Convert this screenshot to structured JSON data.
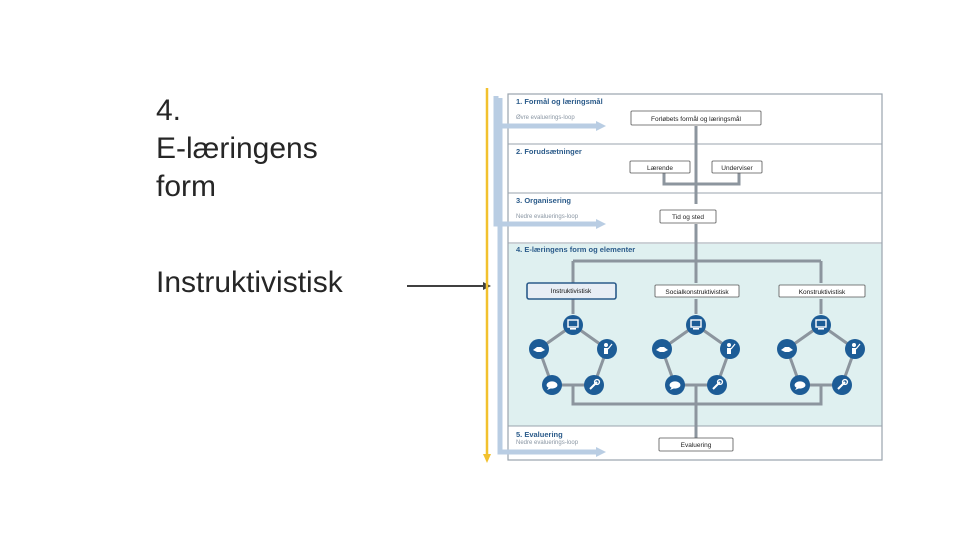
{
  "slide": {
    "title_lines": [
      "4.",
      "E-læringens",
      "form"
    ],
    "subtitle": "Instruktivistisk"
  },
  "diagram": {
    "sections": [
      {
        "heading": "1. Formål og læringsmål",
        "loop": "Øvre evaluerings-loop"
      },
      {
        "heading": "2. Forudsætninger",
        "loop": ""
      },
      {
        "heading": "3. Organisering",
        "loop": "Nedre evaluerings-loop"
      },
      {
        "heading": "4. E-læringens form og elementer",
        "loop": ""
      },
      {
        "heading": "5. Evaluering",
        "loop": "Nedre evaluerings-loop"
      }
    ],
    "boxes": {
      "formal": "Forløbets formål og læringsmål",
      "laerende": "Lærende",
      "underviser": "Underviser",
      "tid": "Tid og sted",
      "evaluering": "Evaluering"
    },
    "forms": [
      "Instruktivistisk",
      "Socialkonstruktivistisk",
      "Konstruktivistisk"
    ],
    "element_icons": [
      "computer-icon",
      "teacher-icon",
      "tool-icon",
      "chat-icon",
      "handshake-icon"
    ],
    "colors": {
      "frame": "#9aa3ad",
      "connector": "#8c959e",
      "highlight": "#dff0f0",
      "icon": "#1d5c96",
      "loop_arrow": "#b9cde3",
      "yellow_arrow": "#f2c12e",
      "heading": "#2b5b8a"
    }
  }
}
